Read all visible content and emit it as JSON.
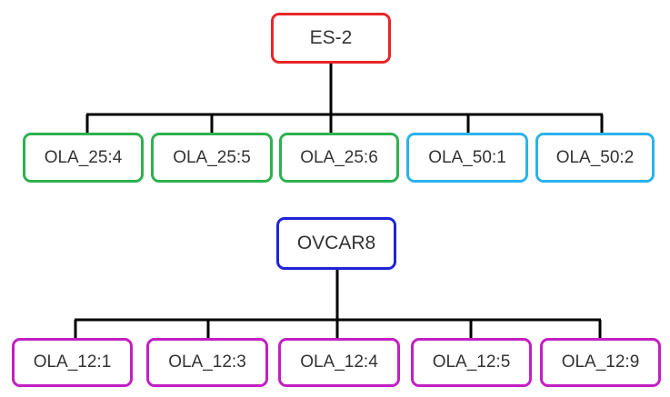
{
  "colors": {
    "es2_border": "#e8262a",
    "es2_children_border": "#2eb050",
    "es2_children_alt_border": "#2bb3ea",
    "ovcar_border": "#1f23d6",
    "ovcar_children_border": "#c31fc3",
    "connector": "#000000"
  },
  "tree1": {
    "root": "ES-2",
    "children": [
      "OLA_25:4",
      "OLA_25:5",
      "OLA_25:6",
      "OLA_50:1",
      "OLA_50:2"
    ]
  },
  "tree2": {
    "root": "OVCAR8",
    "children": [
      "OLA_12:1",
      "OLA_12:3",
      "OLA_12:4",
      "OLA_12:5",
      "OLA_12:9"
    ]
  }
}
